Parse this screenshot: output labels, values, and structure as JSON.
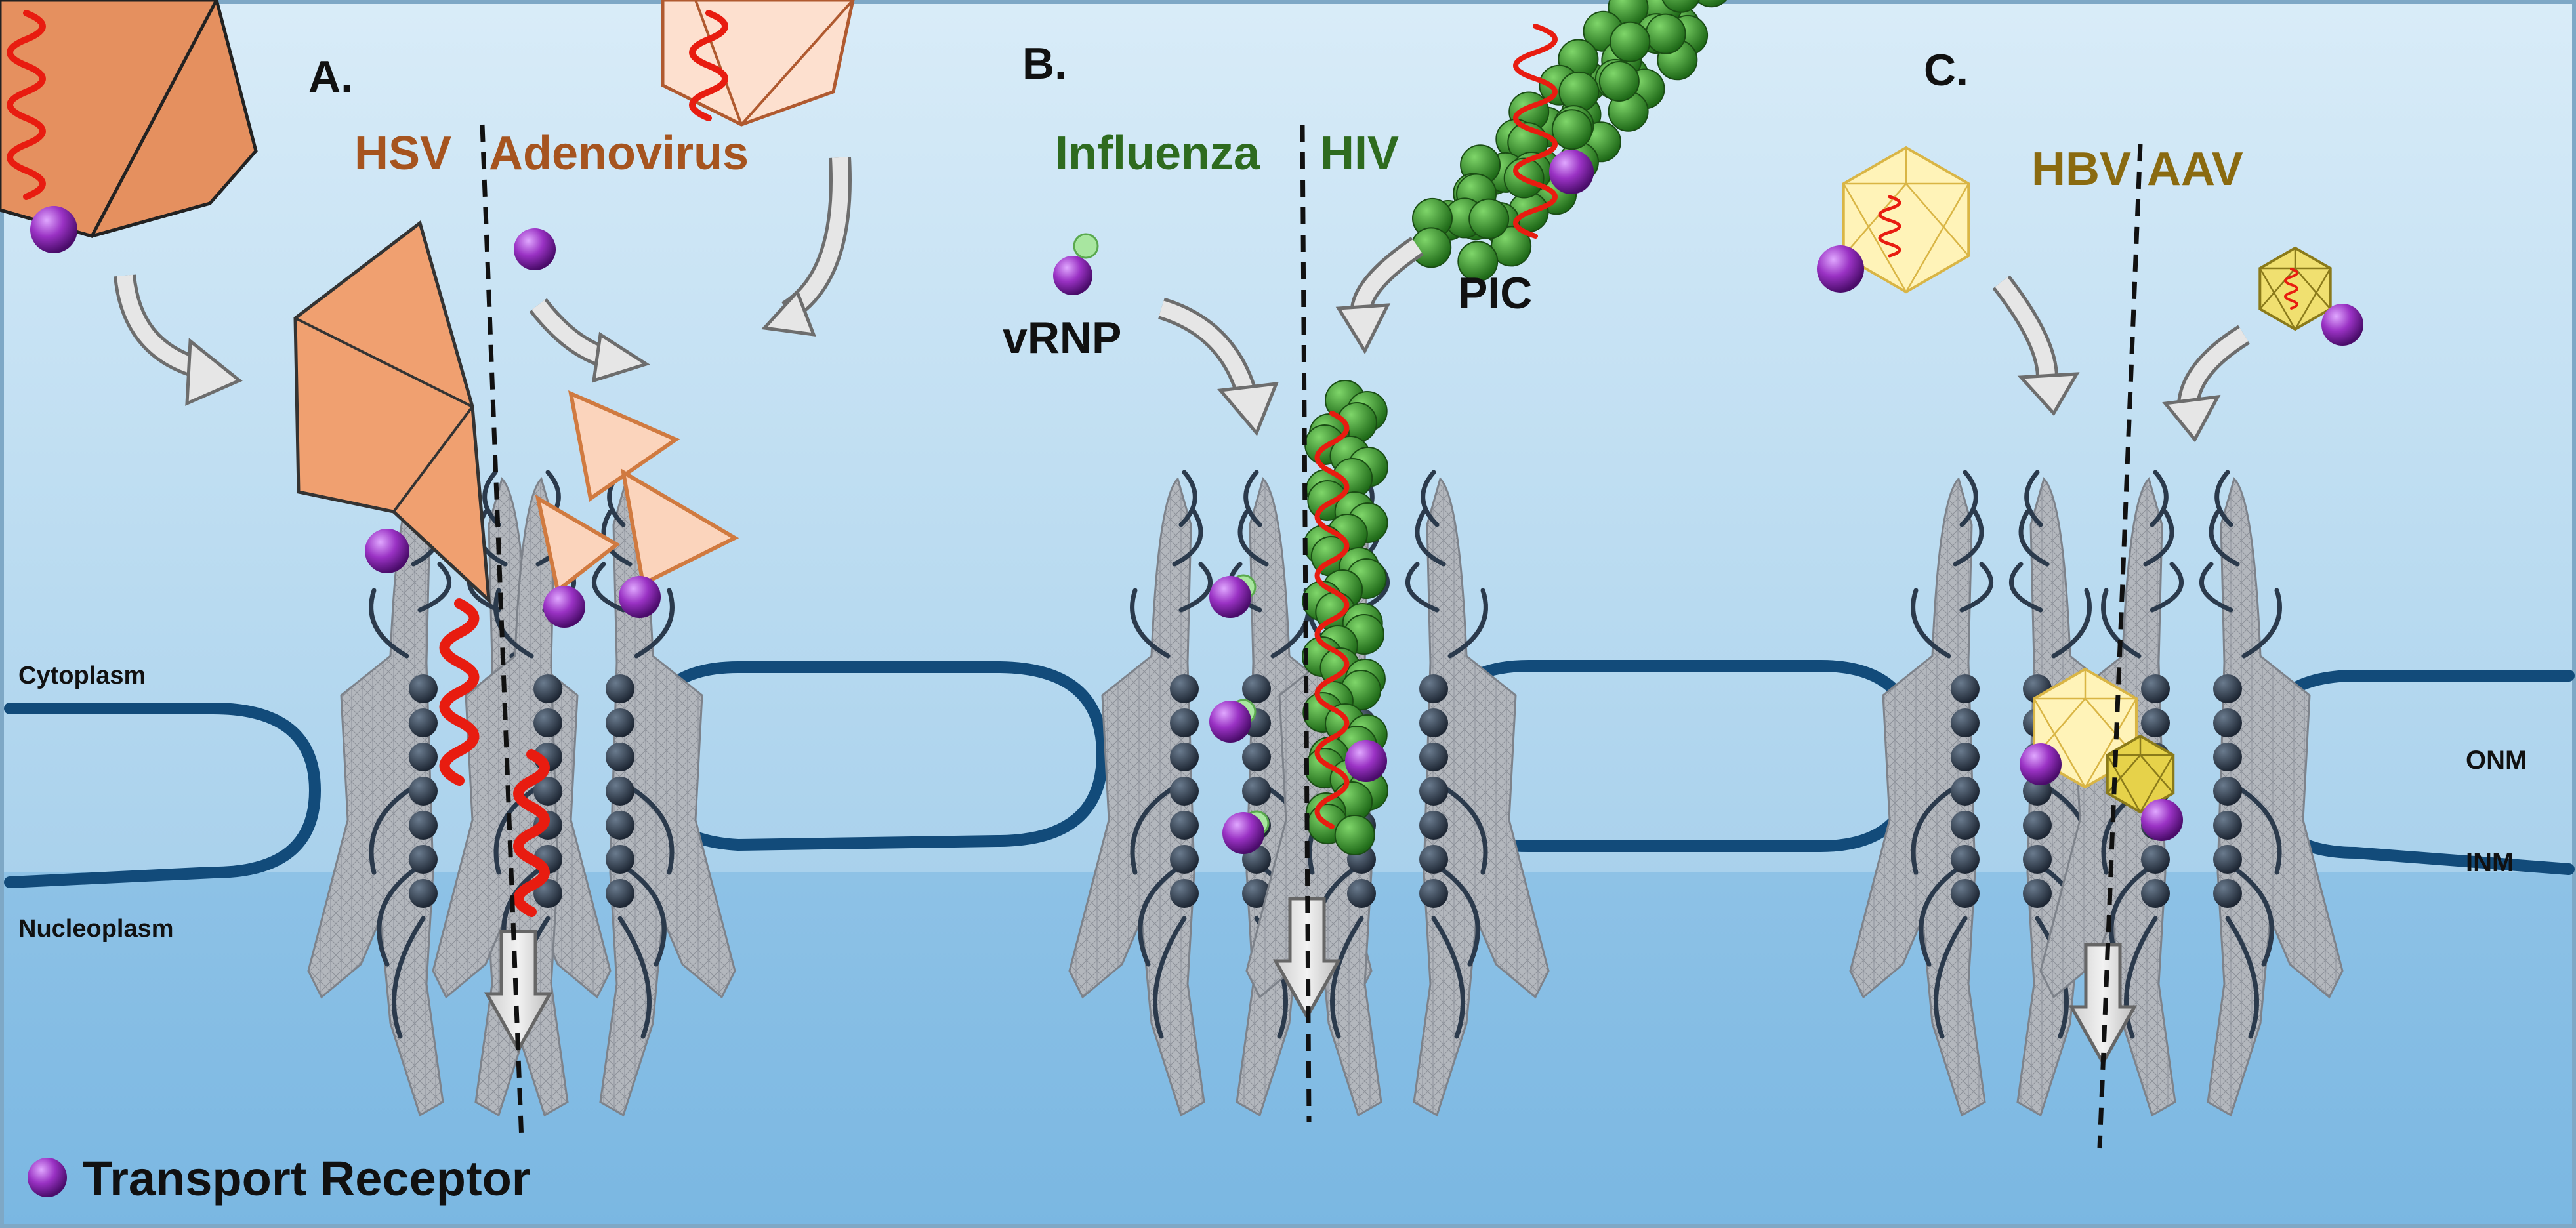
{
  "panels": {
    "a": {
      "letter": "A.",
      "left_virus": "HSV",
      "right_virus": "Adenovirus"
    },
    "b": {
      "letter": "B.",
      "left_virus": "Influenza",
      "right_virus": "HIV",
      "left_cargo": "vRNP",
      "right_cargo": "PIC"
    },
    "c": {
      "letter": "C.",
      "left_virus": "HBV",
      "right_virus": "AAV"
    }
  },
  "compartments": {
    "cytoplasm": "Cytoplasm",
    "nucleoplasm": "Nucleoplasm",
    "outer_membrane": "ONM",
    "inner_membrane": "INM"
  },
  "legend": {
    "label": "Transport Receptor"
  },
  "colors": {
    "hsv": "#a6541f",
    "adenovirus": "#a6541f",
    "influenza": "#2e6b1f",
    "hiv": "#2e6b1f",
    "hbv": "#8a6a10",
    "aav": "#8a6a10",
    "membrane": "#124b7a",
    "receptor": "#8e2bb5",
    "rna": "#e81c10"
  }
}
